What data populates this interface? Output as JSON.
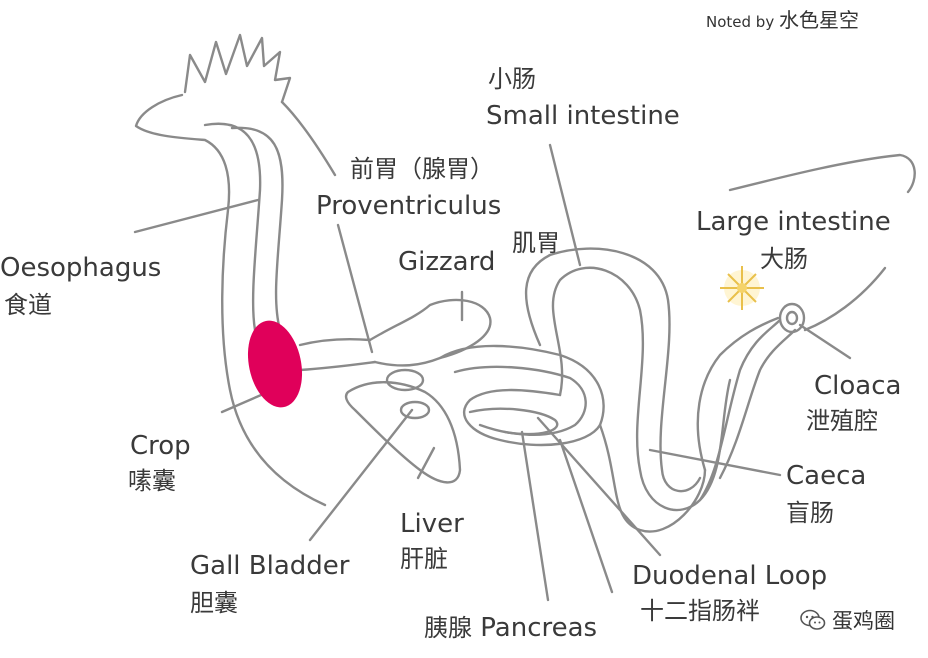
{
  "credit": {
    "prefix": "Noted by",
    "name": "水色星空"
  },
  "watermark": {
    "text": "蛋鸡圈",
    "icon": "wechat-icon"
  },
  "colors": {
    "line": "#8a8a8a",
    "crop": "#e0005a",
    "text": "#3a3a3a"
  },
  "labels": {
    "small_intestine": {
      "cn": "小肠",
      "en": "Small intestine"
    },
    "proventriculus": {
      "cn": "前胃（腺胃）",
      "en": "Proventriculus"
    },
    "gizzard": {
      "en": "Gizzard",
      "cn": "肌胃"
    },
    "large_intestine": {
      "en": "Large intestine",
      "cn": "大肠"
    },
    "oesophagus": {
      "en": "Oesophagus",
      "cn": "食道"
    },
    "crop": {
      "en": "Crop",
      "cn": "嗉囊"
    },
    "cloaca": {
      "en": "Cloaca",
      "cn": "泄殖腔"
    },
    "caeca": {
      "en": "Caeca",
      "cn": "盲肠"
    },
    "liver": {
      "en": "Liver",
      "cn": "肝脏"
    },
    "gall_bladder": {
      "en": "Gall Bladder",
      "cn": "胆囊"
    },
    "duodenal_loop": {
      "en": "Duodenal Loop",
      "cn": "十二指肠袢"
    },
    "pancreas": {
      "cn": "胰腺",
      "en": "Pancreas"
    }
  }
}
